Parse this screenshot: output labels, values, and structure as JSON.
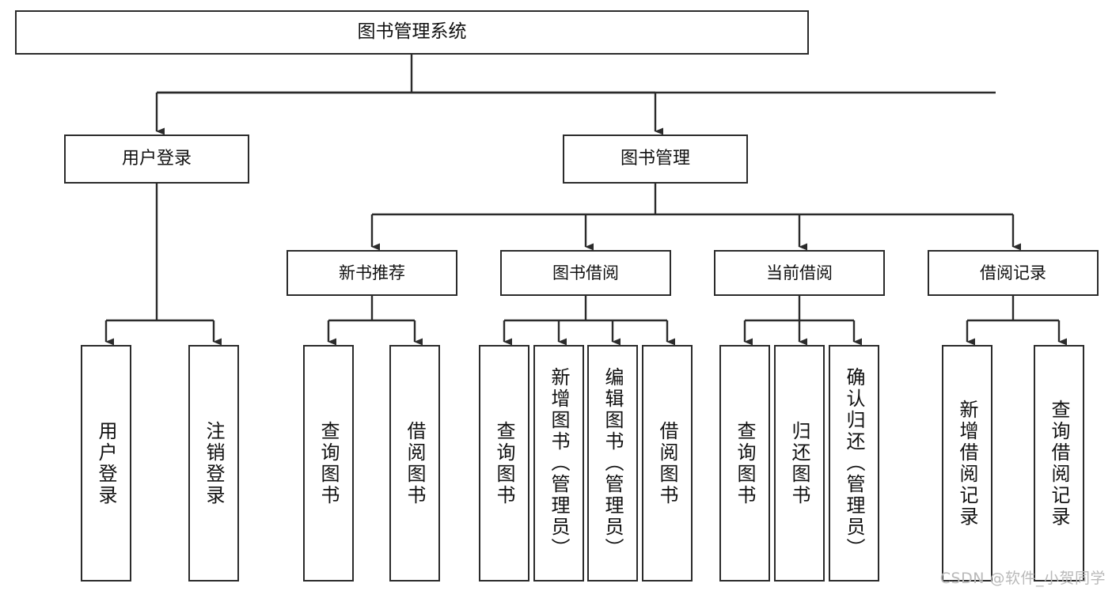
{
  "diagram": {
    "title": "图书管理系统",
    "type": "tree-hierarchy-chart",
    "root": {
      "id": "root",
      "label": "图书管理系统"
    },
    "level2": [
      {
        "id": "user-login",
        "label": "用户登录"
      },
      {
        "id": "book-manage",
        "label": "图书管理"
      }
    ],
    "level3": [
      {
        "id": "new-book-recommend",
        "label": "新书推荐"
      },
      {
        "id": "book-borrow",
        "label": "图书借阅"
      },
      {
        "id": "current-borrow",
        "label": "当前借阅"
      },
      {
        "id": "borrow-record",
        "label": "借阅记录"
      }
    ],
    "leaves": [
      {
        "id": "leaf-user-login",
        "label": "用户登录",
        "parent": "user-login"
      },
      {
        "id": "leaf-user-logout",
        "label": "注销登录",
        "parent": "user-login"
      },
      {
        "id": "leaf-query-book-1",
        "label": "查询图书",
        "parent": "new-book-recommend"
      },
      {
        "id": "leaf-borrow-book-1",
        "label": "借阅图书",
        "parent": "new-book-recommend"
      },
      {
        "id": "leaf-query-book-2",
        "label": "查询图书",
        "parent": "book-borrow"
      },
      {
        "id": "leaf-add-book",
        "label": "新增图书（管理员）",
        "parent": "book-borrow"
      },
      {
        "id": "leaf-edit-book",
        "label": "编辑图书（管理员）",
        "parent": "book-borrow"
      },
      {
        "id": "leaf-borrow-book-2",
        "label": "借阅图书",
        "parent": "book-borrow"
      },
      {
        "id": "leaf-query-book-3",
        "label": "查询图书",
        "parent": "current-borrow"
      },
      {
        "id": "leaf-return-book",
        "label": "归还图书",
        "parent": "current-borrow"
      },
      {
        "id": "leaf-confirm-return",
        "label": "确认归还（管理员）",
        "parent": "current-borrow"
      },
      {
        "id": "leaf-add-record",
        "label": "新增借阅记录",
        "parent": "borrow-record"
      },
      {
        "id": "leaf-query-record",
        "label": "查询借阅记录",
        "parent": "borrow-record"
      }
    ],
    "colors": {
      "stroke": "#2b2b2b",
      "fill": "#ffffff",
      "text": "#111111",
      "watermark": "#b9b9b9"
    }
  },
  "watermark": {
    "text": "CSDN @软件_小贺同学"
  }
}
